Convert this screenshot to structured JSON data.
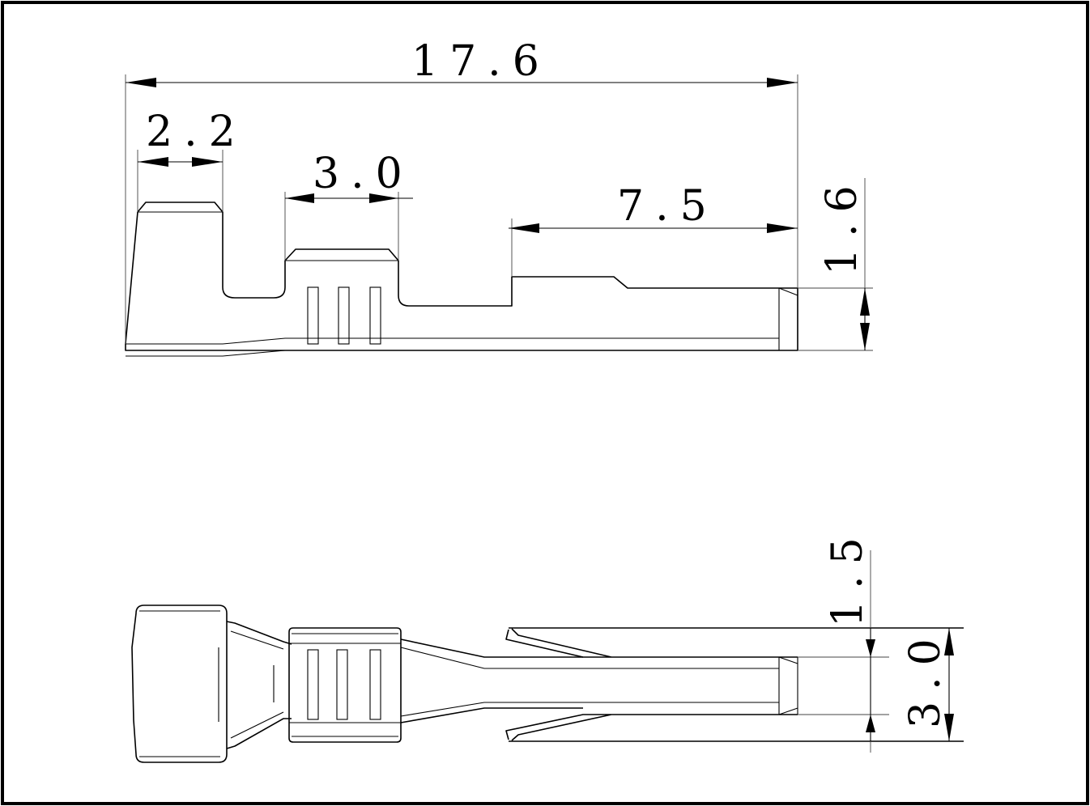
{
  "dimensions": {
    "overall_length": "17.6",
    "front_width": "2.2",
    "crimp_width": "3.0",
    "contact_length": "7.5",
    "side_height": "1.6",
    "half_width": "1.5",
    "bottom_width": "3.0"
  }
}
